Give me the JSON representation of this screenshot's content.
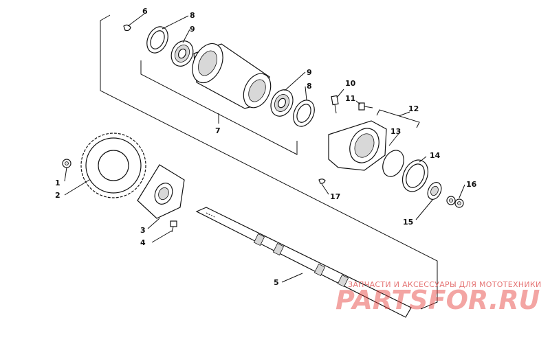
{
  "labels": [
    {
      "id": "1",
      "text": "1"
    },
    {
      "id": "2",
      "text": "2"
    },
    {
      "id": "3",
      "text": "3"
    },
    {
      "id": "4",
      "text": "4"
    },
    {
      "id": "5",
      "text": "5"
    },
    {
      "id": "6",
      "text": "6"
    },
    {
      "id": "7",
      "text": "7"
    },
    {
      "id": "8a",
      "text": "8"
    },
    {
      "id": "9a",
      "text": "9"
    },
    {
      "id": "9b",
      "text": "9"
    },
    {
      "id": "8b",
      "text": "8"
    },
    {
      "id": "10",
      "text": "10"
    },
    {
      "id": "11",
      "text": "11"
    },
    {
      "id": "12",
      "text": "12"
    },
    {
      "id": "13",
      "text": "13"
    },
    {
      "id": "14",
      "text": "14"
    },
    {
      "id": "15",
      "text": "15"
    },
    {
      "id": "16",
      "text": "16"
    },
    {
      "id": "17",
      "text": "17"
    }
  ],
  "watermark": {
    "tagline": "ЗАПЧАСТИ И АКСЕССУАРЫ ДЛЯ МОТОТЕХНИКИ",
    "logo": "PARTSFOR.RU"
  }
}
